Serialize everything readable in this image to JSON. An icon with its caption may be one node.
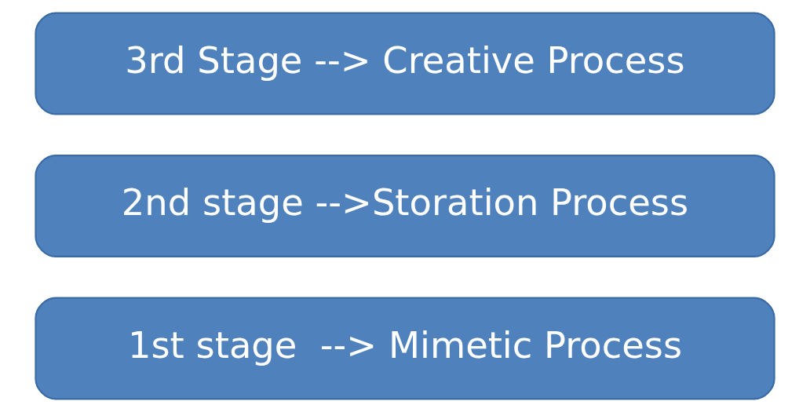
{
  "diagram": {
    "nodes": [
      {
        "text": [
          "3rd Stage --> Creative Process"
        ]
      },
      {
        "text": [
          "2nd stage -->Storation Process"
        ]
      },
      {
        "text": [
          "1st stage  --> Mimetic Process"
        ]
      }
    ]
  }
}
